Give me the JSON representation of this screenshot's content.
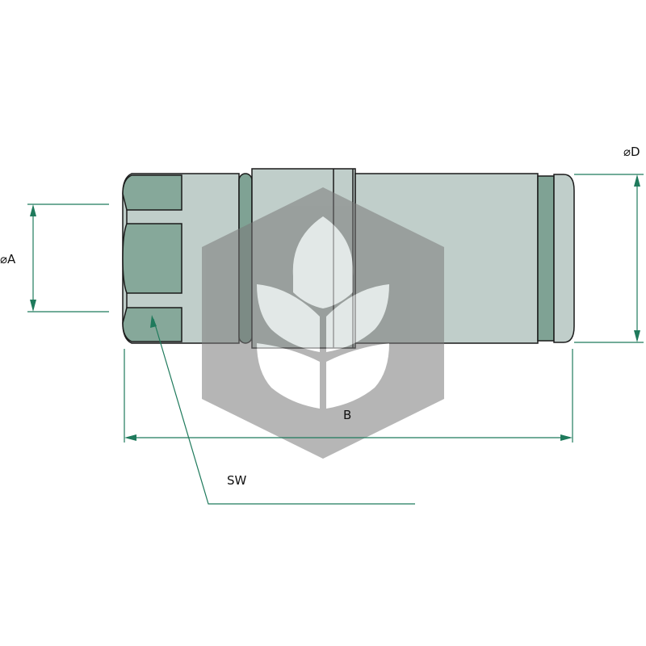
{
  "labels": {
    "dim_a": "⌀A",
    "dim_d": "⌀D",
    "dim_b": "B",
    "dim_sw": "SW"
  },
  "colors": {
    "hex_face": "#86A89A",
    "body": "#C0CECA",
    "groove": "#7FA294",
    "dimension_line": "#1F7A5C",
    "outline": "#1A1A1A",
    "watermark": "#7A7A7A"
  },
  "icons": {
    "watermark": "leaf-logo-watermark-icon"
  }
}
